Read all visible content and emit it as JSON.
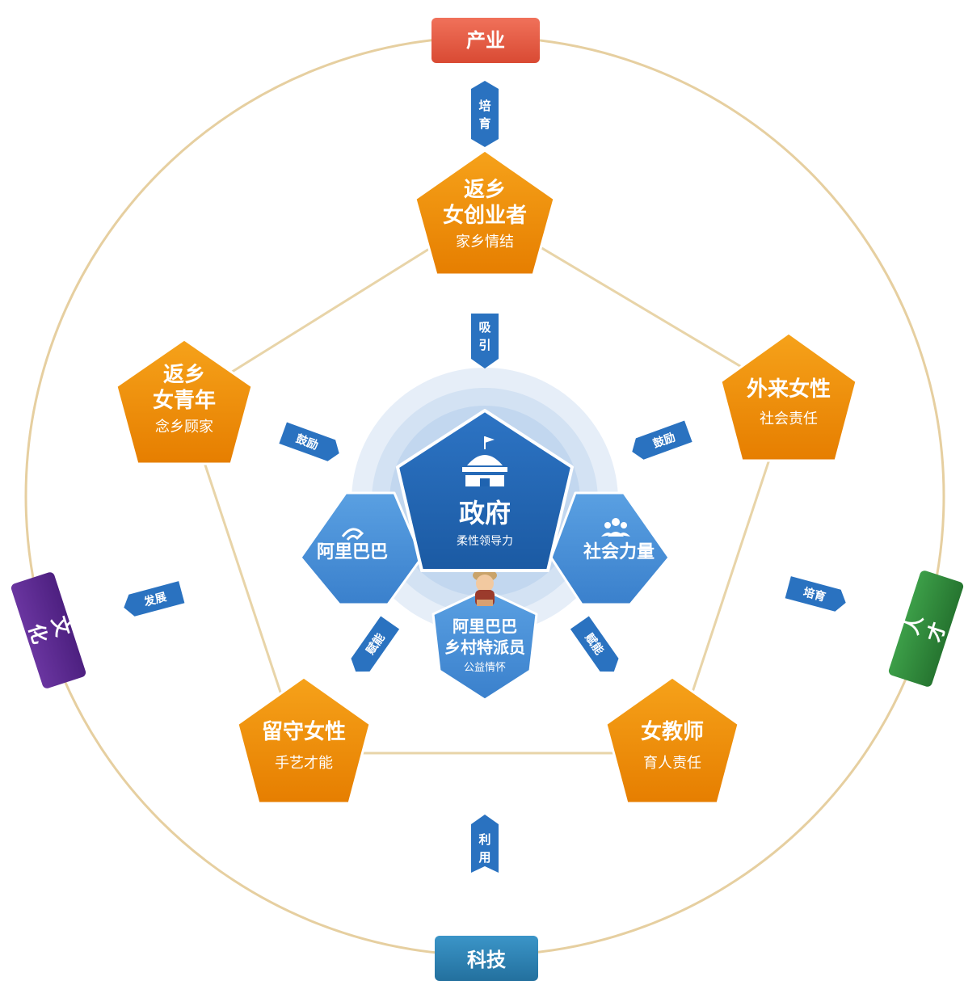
{
  "outer_labels": {
    "top": "产业",
    "left": "文化",
    "right": "人才",
    "bottom": "科技"
  },
  "center": {
    "title": "政府",
    "subtitle": "柔性领导力",
    "icon": "government-building-icon"
  },
  "inner_nodes": {
    "alibaba": {
      "label": "阿里巴巴",
      "icon": "alibaba-logo-icon"
    },
    "social": {
      "label": "社会力量",
      "icon": "people-group-icon"
    },
    "specialist": {
      "line1": "阿里巴巴",
      "line2": "乡村特派员",
      "subtitle": "公益情怀",
      "icon": "person-avatar-icon"
    }
  },
  "actors": {
    "top": {
      "line1": "返乡",
      "line2": "女创业者",
      "subtitle": "家乡情结"
    },
    "left": {
      "line1": "返乡",
      "line2": "女青年",
      "subtitle": "念乡顾家"
    },
    "right": {
      "line1": "外来女性",
      "subtitle": "社会责任"
    },
    "bottom_left": {
      "line1": "留守女性",
      "subtitle": "手艺才能"
    },
    "bottom_right": {
      "line1": "女教师",
      "subtitle": "育人责任"
    }
  },
  "arrows": {
    "top_outer": "培育",
    "top_inner": "吸引",
    "left_upper": "鼓励",
    "right_upper": "鼓励",
    "left_outer": "发展",
    "right_outer": "培育",
    "bottom_left_inner": "赋能",
    "bottom_right_inner": "赋能",
    "bottom_outer": "利用"
  },
  "colors": {
    "orange": "#f08c00",
    "blue_dark": "#1f63b0",
    "blue_light": "#4a8fd6",
    "ring": "#e6cfa0",
    "tag_red": "#e0553d",
    "tag_purple": "#5b2a8f",
    "tag_green": "#2f8a3c",
    "tag_teal": "#2f7fb0"
  }
}
